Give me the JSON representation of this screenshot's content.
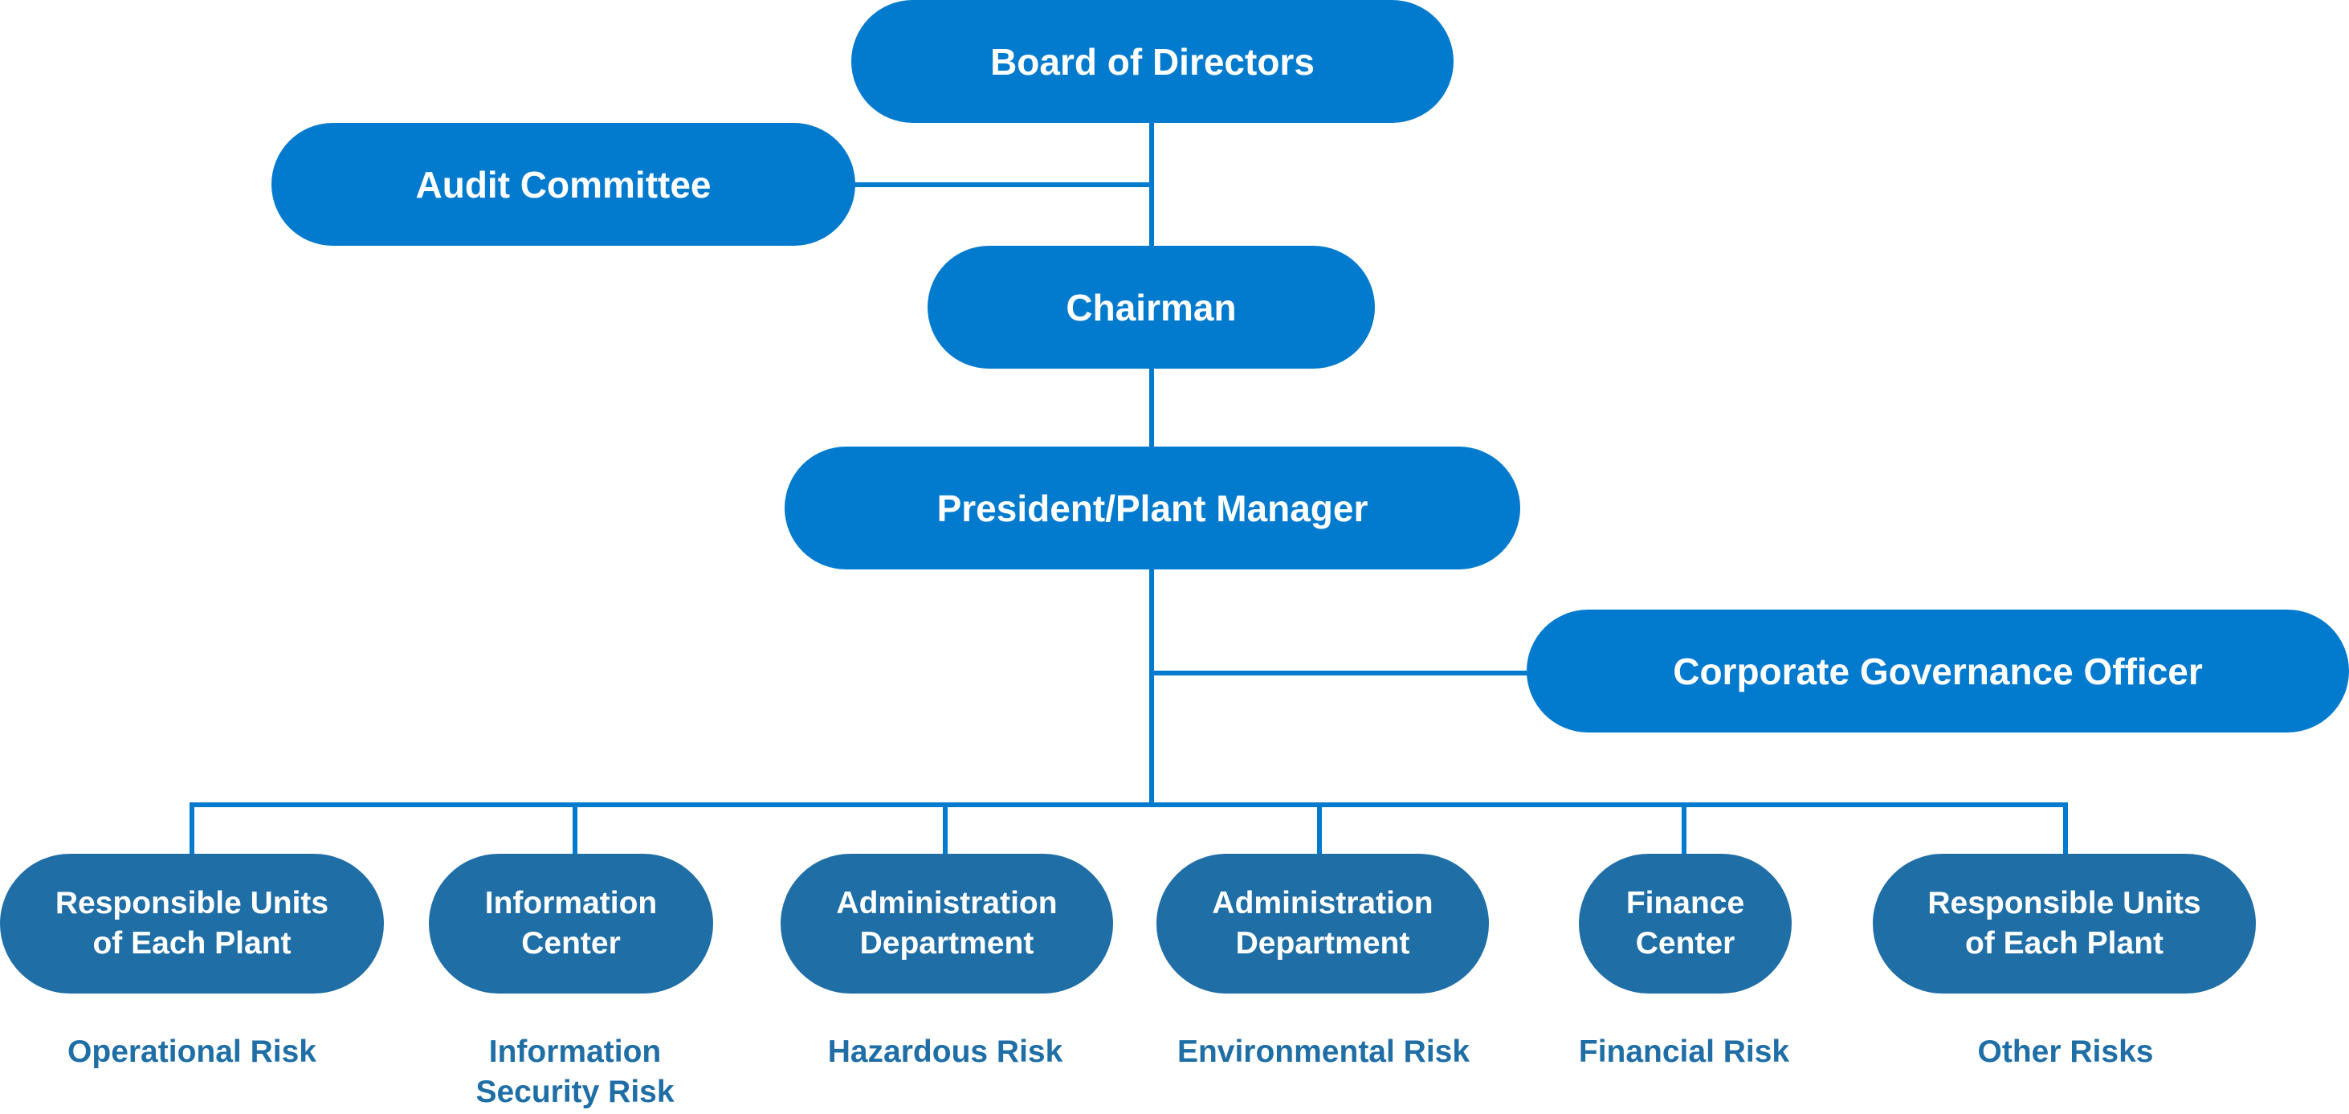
{
  "colors": {
    "primary": "#027ACE",
    "secondary": "#1F6EA5"
  },
  "nodes": {
    "board": "Board of Directors",
    "audit": "Audit Committee",
    "chairman": "Chairman",
    "president": "President/Plant Manager",
    "cgo": "Corporate Governance Officer"
  },
  "units": [
    {
      "l1": "Responsible Units",
      "l2": "of Each Plant",
      "r1": "Operational Risk",
      "r2": ""
    },
    {
      "l1": "Information",
      "l2": "Center",
      "r1": "Information",
      "r2": "Security Risk"
    },
    {
      "l1": "Administration",
      "l2": "Department",
      "r1": "Hazardous Risk",
      "r2": ""
    },
    {
      "l1": "Administration",
      "l2": "Department",
      "r1": "Environmental Risk",
      "r2": ""
    },
    {
      "l1": "Finance",
      "l2": "Center",
      "r1": "Financial Risk",
      "r2": ""
    },
    {
      "l1": "Responsible Units",
      "l2": "of Each Plant",
      "r1": "Other Risks",
      "r2": ""
    }
  ]
}
